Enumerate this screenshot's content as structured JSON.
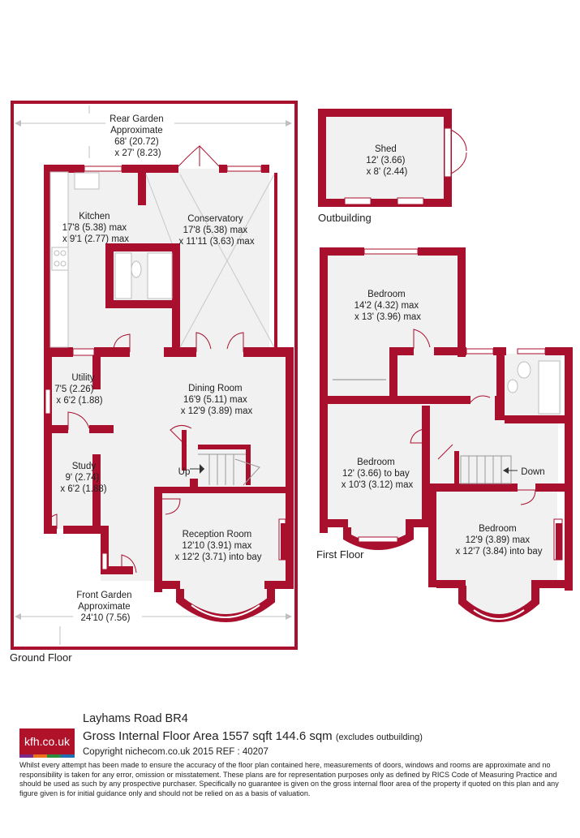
{
  "colors": {
    "wall": "#a8102e",
    "floor": "#f2f1f1",
    "dim": "#c0c0c0",
    "logo_bg": "#b0122a"
  },
  "ground_floor": {
    "label": "Ground Floor",
    "rear_garden": [
      "Rear Garden",
      "Approximate",
      "68' (20.72)",
      "x 27' (8.23)"
    ],
    "front_garden": [
      "Front Garden",
      "Approximate",
      "24'10 (7.56)"
    ],
    "rooms": {
      "kitchen": [
        "Kitchen",
        "17'8 (5.38) max",
        "x 9'1 (2.77) max"
      ],
      "conservatory": [
        "Conservatory",
        "17'8 (5.38) max",
        "x 11'11 (3.63) max"
      ],
      "utility": [
        "Utility",
        "7'5 (2.26)",
        "x 6'2 (1.88)"
      ],
      "dining_room": [
        "Dining Room",
        "16'9 (5.11) max",
        "x 12'9 (3.89) max"
      ],
      "study": [
        "Study",
        "9' (2.74)",
        "x 6'2 (1.88)"
      ],
      "reception_room": [
        "Reception Room",
        "12'10 (3.91) max",
        "x 12'2 (3.71) into bay"
      ]
    },
    "stairs_label": "Up"
  },
  "outbuilding": {
    "label": "Outbuilding",
    "shed": [
      "Shed",
      "12' (3.66)",
      "x 8' (2.44)"
    ]
  },
  "first_floor": {
    "label": "First Floor",
    "rooms": {
      "bedroom_rear": [
        "Bedroom",
        "14'2 (4.32) max",
        "x 13' (3.96) max"
      ],
      "bedroom_mid": [
        "Bedroom",
        "12' (3.66) to bay",
        "x 10'3 (3.12) max"
      ],
      "bedroom_front": [
        "Bedroom",
        "12'9 (3.89) max",
        "x 12'7 (3.84) into bay"
      ]
    },
    "stairs_label": "Down"
  },
  "footer": {
    "logo": "kfh.co.uk",
    "logo_colors": [
      "#7b2a8c",
      "#e8731c",
      "#2a8c3c",
      "#1f6fb5"
    ],
    "address": "Layhams Road  BR4",
    "gia": "Gross Internal Floor Area 1557 sqft 144.6 sqm",
    "gia_note": "(excludes outbuilding)",
    "copyright": "Copyright nichecom.co.uk 2015 REF : 40207",
    "disclaimer": "Whilst every attempt has been made to ensure the accuracy of the floor plan contained here, measurements of doors, windows and rooms are approximate and no responsibility is taken for any error, omission or misstatement.  These plans are for representation purposes only as defined by RICS Code of Measuring Practice and should be used as such by any prospective purchaser.  Specifically no guarantee is given on the gross internal floor area of the property if quoted on this plan and any figure given is for initial guidance only and should not be relied on as a basis of valuation."
  }
}
